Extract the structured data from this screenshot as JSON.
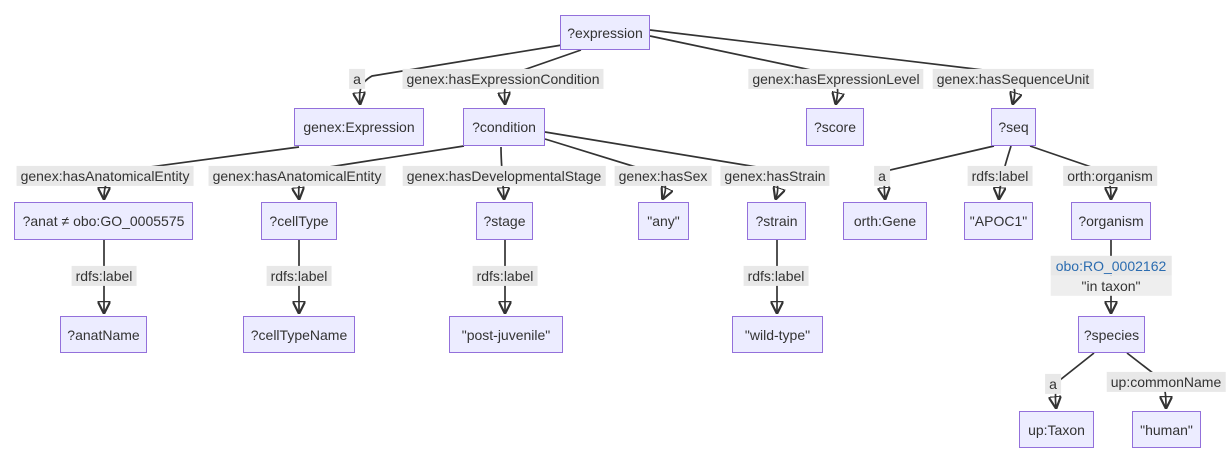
{
  "diagram": {
    "colors": {
      "node_fill": "#ECECFF",
      "node_border": "#9370DB",
      "edge_label_bg": "#e8e8e8",
      "edge_color": "#333333",
      "text": "#333333",
      "link_blue": "#2b6cb0"
    },
    "nodes": [
      {
        "id": "expression",
        "label": "?expression"
      },
      {
        "id": "genex-expression",
        "label": "genex:Expression"
      },
      {
        "id": "condition",
        "label": "?condition"
      },
      {
        "id": "score",
        "label": "?score"
      },
      {
        "id": "seq",
        "label": "?seq"
      },
      {
        "id": "anat",
        "label": "?anat ≠ obo:GO_0005575"
      },
      {
        "id": "cell-type",
        "label": "?cellType"
      },
      {
        "id": "stage",
        "label": "?stage"
      },
      {
        "id": "any",
        "label": "\"any\""
      },
      {
        "id": "strain",
        "label": "?strain"
      },
      {
        "id": "orth-gene",
        "label": "orth:Gene"
      },
      {
        "id": "apoc1",
        "label": "\"APOC1\""
      },
      {
        "id": "organism",
        "label": "?organism"
      },
      {
        "id": "anat-name",
        "label": "?anatName"
      },
      {
        "id": "cell-type-name",
        "label": "?cellTypeName"
      },
      {
        "id": "post-juvenile",
        "label": "\"post-juvenile\""
      },
      {
        "id": "wild-type",
        "label": "\"wild-type\""
      },
      {
        "id": "species",
        "label": "?species"
      },
      {
        "id": "up-taxon",
        "label": "up:Taxon"
      },
      {
        "id": "human",
        "label": "\"human\""
      }
    ],
    "edge_labels": [
      {
        "label": "a"
      },
      {
        "label": "genex:hasExpressionCondition"
      },
      {
        "label": "genex:hasExpressionLevel"
      },
      {
        "label": "genex:hasSequenceUnit"
      },
      {
        "label": "genex:hasAnatomicalEntity"
      },
      {
        "label": "genex:hasAnatomicalEntity"
      },
      {
        "label": "genex:hasDevelopmentalStage"
      },
      {
        "label": "genex:hasSex"
      },
      {
        "label": "genex:hasStrain"
      },
      {
        "label": "a"
      },
      {
        "label": "rdfs:label"
      },
      {
        "label": "orth:organism"
      },
      {
        "label": "rdfs:label"
      },
      {
        "label": "rdfs:label"
      },
      {
        "label": "rdfs:label"
      },
      {
        "label": "rdfs:label"
      },
      {
        "line1": "obo:RO_0002162",
        "line2": "\"in taxon\""
      },
      {
        "label": "a"
      },
      {
        "label": "up:commonName"
      }
    ]
  }
}
